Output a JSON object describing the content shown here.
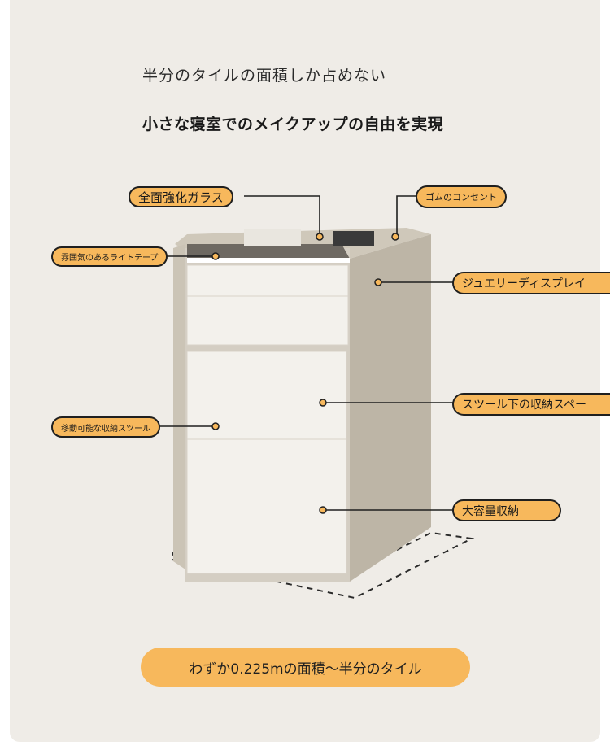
{
  "headline": "半分のタイルの面積しか占めない",
  "subline": "小さな寝室でのメイクアップの自由を実現",
  "labels": {
    "glass": "全面強化ガラス",
    "outlet": "ゴムのコンセント",
    "light_strip": "雰囲気のあるライトテープ",
    "jewelry": "ジュエリーディスプレイ",
    "stool_storage": "スツール下の収納スペー",
    "movable_stool": "移動可能な収納スツール",
    "large_storage": "大容量収納"
  },
  "footer": "わずか0.225mの面積〜半分のタイル",
  "colors": {
    "accent": "#f7b85c",
    "background": "#efece7",
    "cabinet": "#bdb5a6",
    "drawer": "#f3f1ec"
  }
}
